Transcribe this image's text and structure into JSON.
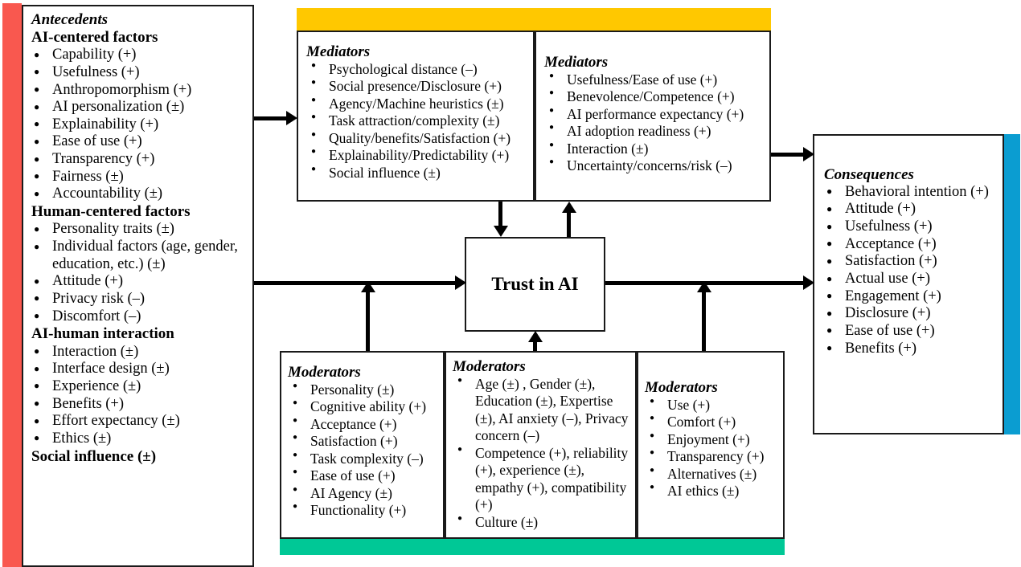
{
  "colors": {
    "accent_red": "#F9584F",
    "accent_yellow": "#FFC800",
    "accent_green": "#00C896",
    "accent_blue": "#0B9DD1",
    "line": "#000000",
    "box_border": "#1a1a1a",
    "background": "#FFFFFF"
  },
  "antecedents": {
    "title": "Antecedents",
    "groups": [
      {
        "heading": "AI-centered factors",
        "items": [
          "Capability (+)",
          "Usefulness (+)",
          "Anthropomorphism (+)",
          "AI personalization (±)",
          "Explainability (+)",
          "Ease of use (+)",
          "Transparency (+)",
          "Fairness (±)",
          "Accountability (±)"
        ]
      },
      {
        "heading": "Human-centered factors",
        "items": [
          "Personality traits (±)",
          "Individual factors (age, gender, education, etc.) (±)",
          "Attitude (+)",
          "Privacy risk (–)",
          "Discomfort (–)"
        ]
      },
      {
        "heading": "AI-human interaction",
        "items": [
          "Interaction (±)",
          "Interface design (±)",
          "Experience (±)",
          "Benefits (+)",
          "Effort expectancy (±)",
          "Ethics (±)"
        ]
      }
    ],
    "footer": "Social influence (±)"
  },
  "mediators_left": {
    "title": "Mediators",
    "items": [
      "Psychological distance (–)",
      "Social presence/Disclosure (+)",
      "Agency/Machine heuristics (±)",
      "Task attraction/complexity (±)",
      "Quality/benefits/Satisfaction (+)",
      "Explainability/Predictability (+)",
      "Social influence (±)"
    ]
  },
  "mediators_right": {
    "title": "Mediators",
    "items": [
      "Usefulness/Ease of use (+)",
      "Benevolence/Competence (+)",
      "AI performance expectancy (+)",
      "AI adoption readiness (+)",
      "Interaction (±)",
      "Uncertainty/concerns/risk (–)"
    ]
  },
  "trust": {
    "label": "Trust in AI"
  },
  "consequences": {
    "title": "Consequences",
    "items": [
      "Behavioral intention (+)",
      "Attitude (+)",
      "Usefulness (+)",
      "Acceptance (+)",
      "Satisfaction (+)",
      "Actual use (+)",
      "Engagement (+)",
      "Disclosure (+)",
      "Ease of use (+)",
      "Benefits (+)"
    ]
  },
  "moderators_left": {
    "title": "Moderators",
    "items": [
      "Personality (±)",
      "Cognitive ability (+)",
      "Acceptance (+)",
      "Satisfaction (+)",
      "Task complexity (–)",
      "Ease of use (+)",
      "AI Agency (±)",
      "Functionality (+)"
    ]
  },
  "moderators_center": {
    "title": "Moderators",
    "items": [
      "Age (±) , Gender (±), Education (±), Expertise (±), AI anxiety (–), Privacy concern (–)",
      "Competence (+), reliability (+), experience (±), empathy (+), compatibility (+)",
      "Culture (±)"
    ]
  },
  "moderators_right": {
    "title": "Moderators",
    "items": [
      "Use (+)",
      "Comfort (+)",
      "Enjoyment (+)",
      "Transparency (+)",
      "Alternatives (±)",
      "AI ethics (±)"
    ]
  }
}
